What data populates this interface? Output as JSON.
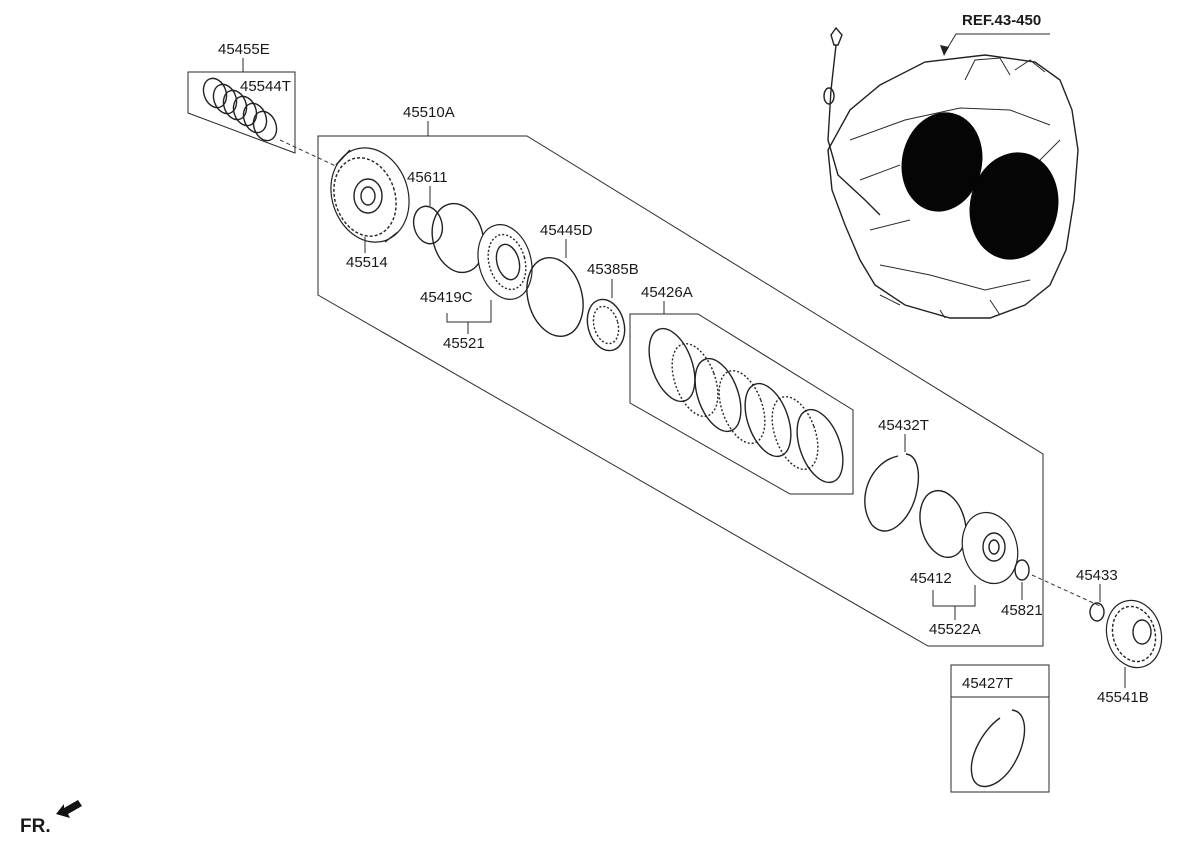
{
  "reference": {
    "label": "REF.43-450"
  },
  "direction": {
    "label": "FR."
  },
  "parts": [
    {
      "id": "45455E",
      "label": "45455E"
    },
    {
      "id": "45544T",
      "label": "45544T"
    },
    {
      "id": "45510A",
      "label": "45510A"
    },
    {
      "id": "45611",
      "label": "45611"
    },
    {
      "id": "45514",
      "label": "45514"
    },
    {
      "id": "45445D",
      "label": "45445D"
    },
    {
      "id": "45385B",
      "label": "45385B"
    },
    {
      "id": "45419C",
      "label": "45419C"
    },
    {
      "id": "45521",
      "label": "45521"
    },
    {
      "id": "45426A",
      "label": "45426A"
    },
    {
      "id": "45432T",
      "label": "45432T"
    },
    {
      "id": "45412",
      "label": "45412"
    },
    {
      "id": "45821",
      "label": "45821"
    },
    {
      "id": "45522A",
      "label": "45522A"
    },
    {
      "id": "45433",
      "label": "45433"
    },
    {
      "id": "45541B",
      "label": "45541B"
    },
    {
      "id": "45427T",
      "label": "45427T"
    }
  ]
}
